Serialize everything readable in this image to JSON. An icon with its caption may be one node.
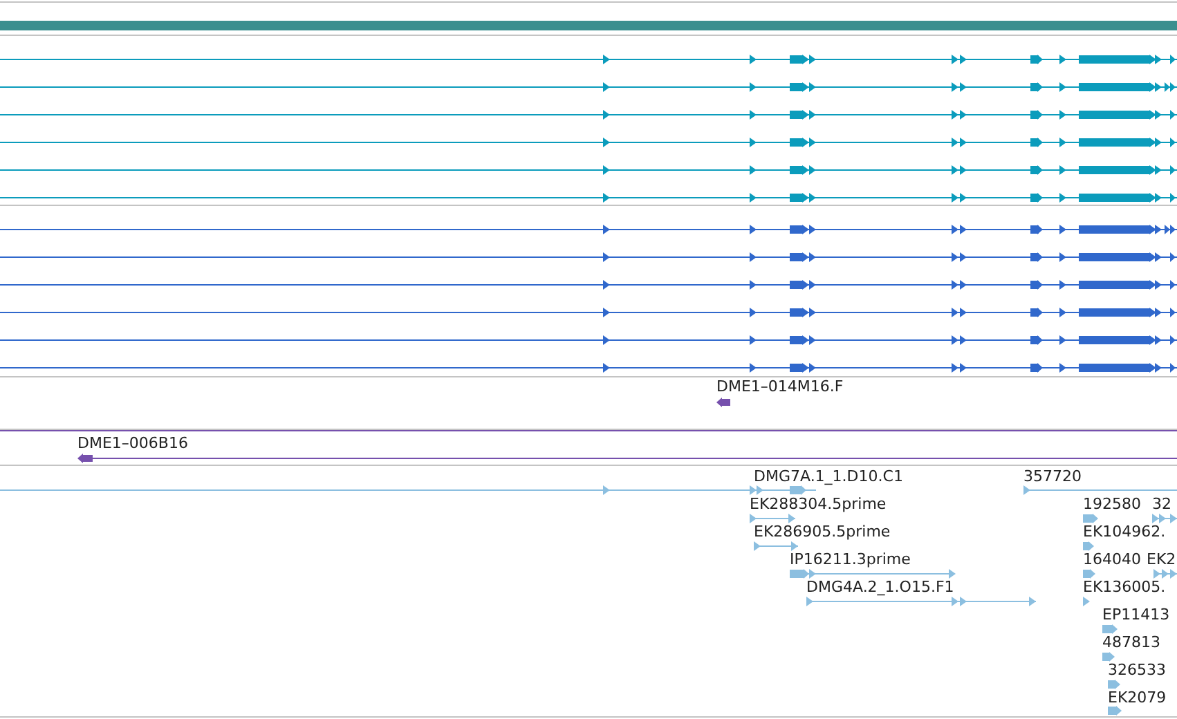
{
  "diagram": {
    "labels": [
      "DME1–014M16.F",
      "DME1–006B16",
      "DMG7A.1_1.D10.C1",
      "357720",
      "EK288304.5prime",
      "192580",
      "32",
      "EK286905.5prime",
      "EK104962.",
      "IP16211.3prime",
      "164040",
      "EK2",
      "DMG4A.2_1.O15.F1",
      "EK136005.",
      "EP11413",
      "487813",
      "326533",
      "EK2079"
    ]
  }
}
